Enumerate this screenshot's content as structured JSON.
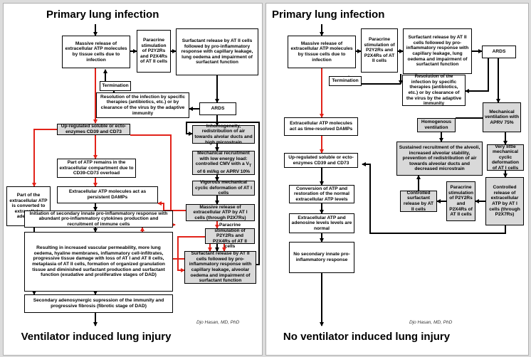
{
  "left": {
    "title": "Primary lung infection",
    "footer": "Ventilator induced lung injury",
    "signature": "Djo Hasan, MD, PhD",
    "nodes": {
      "massive_release": "Massive release of extracellular ATP molecules by tissue cells due to infection",
      "paracrine": "Paracrine stimulation of P2Y2Rs and P2X4Rs of AT II cells",
      "surfactant_top": "Surfactant release by AT II cells followed by pro-inflammatory response with capillary leakage, lung oedema and impairment of surfactant function",
      "termination": "Termination",
      "ards": "ARDS",
      "resolution": "Resolution of the infection by specific therapies (antibiotics, etc.) or by clearance of the virus by the adaptive immunity",
      "inhomogeneity": "Inhomogeneity, redistribution of air towards alvolar ducts and high microstrain",
      "mech_recruit": "Mechanical recruitment with low energy load: controlled CMV with a V<sub>T</sub> of 6 ml/kg or APRV 10%",
      "vigorous": "Vigorous mechanical cyclic deformation of AT I cells",
      "massive_release_at1": "Massive release of extracellular ATP by AT I cells (through P2X7Rs)",
      "paracrine2": "Paracrine stimulation of P2Y2Rs and P2X4Rs of AT II cells",
      "surfactant_bottom": "Surfactant release by AT II cells followed by pro-inflammatory response with capillary leakage, alveolar oedema and impairment of surfactant function",
      "upregulated": "Up-regulated soluble or ecto-enzymes CD39 and CD73",
      "part_remains": "Part of ATP remains in the extracellular compartment due to CD39-CD73 overload",
      "part_converted": "Part of the extracellular ATP is converted to extracellular adenosine",
      "extracellular_damps": "Extracellular ATP molecules act as persistent DAMPs",
      "initiation": "Initiation of secondary innate pro-inflammatory response with abundant pro-inflammatory cytokines production and recruitment of immune cells",
      "resulting": "Resulting in increased vascular permeability, more lung oedema, hyaline membranes, inflammatory cell-infiltrates, progressive tissue damage with loss of AT I and AT II cells, metaplasia of AT II cells, formation of organized granulation tissue and diminished surfactant production and surfactant function (exudative and proliferative stages of DAD)",
      "secondary": "Secondary adenosynergic supression of the immunity and progressive fibrosis (fibrotic stage of DAD)"
    }
  },
  "right": {
    "title": "Primary lung infection",
    "footer": "No ventilator induced lung injury",
    "signature": "Djo Hasan, MD, PhD",
    "nodes": {
      "massive_release": "Massive release of extracellular ATP molecules by tissue cells due to infection",
      "paracrine": "Paracrine stimulation of P2Y2Rs and P2X4Rs of AT II cells",
      "surfactant_top": "Surfactant release by AT II cells followed by pro-inflammatory response with capillary leakage, lung oedema and impairment of surfactant function",
      "ards": "ARDS",
      "termination": "Termination",
      "resolution": "Resolution of the infection by specific therapies (antibiotics, etc.) or by clearance of the virus by the adaptive immunity",
      "mech_vent": "Mechanical ventilation with APRV 75%",
      "homogenous": "Homogenous ventilation",
      "sustained": "Sustained recruitment of the alveoli, increased alveolar stability, prevention of redistribution of air towards alveolar ducts and decreased microstrain",
      "very_little": "Very little mechanical cyclic deformation of AT I cells",
      "extracellular_damps": "Extracellular ATP molecules act as time-resolved DAMPs",
      "upregulated": "Up-regulated soluble or ecto-enzymes CD39 and CD73",
      "conversion": "Conversion of ATP and restoration of the normal extracellular ATP levels",
      "extracellular_levels": "Extracellular ATP and adenosine levels levels are normal",
      "no_secondary": "No secondary innate pro-inflammatory response",
      "controlled_surfactant": "Controlled surfactant release by AT II cells",
      "paracrine2": "Paracrine stimulation of P2Y2Rs and P2X4Rs of AT II cells",
      "controlled_release": "Controlled release of extracellular ATP by AT I cells (through P2X7Rs)"
    }
  },
  "colors": {
    "red_arrow": "#e2231a",
    "black_arrow": "#000000",
    "gray_box": "#d9d9d9",
    "white_box": "#ffffff"
  }
}
